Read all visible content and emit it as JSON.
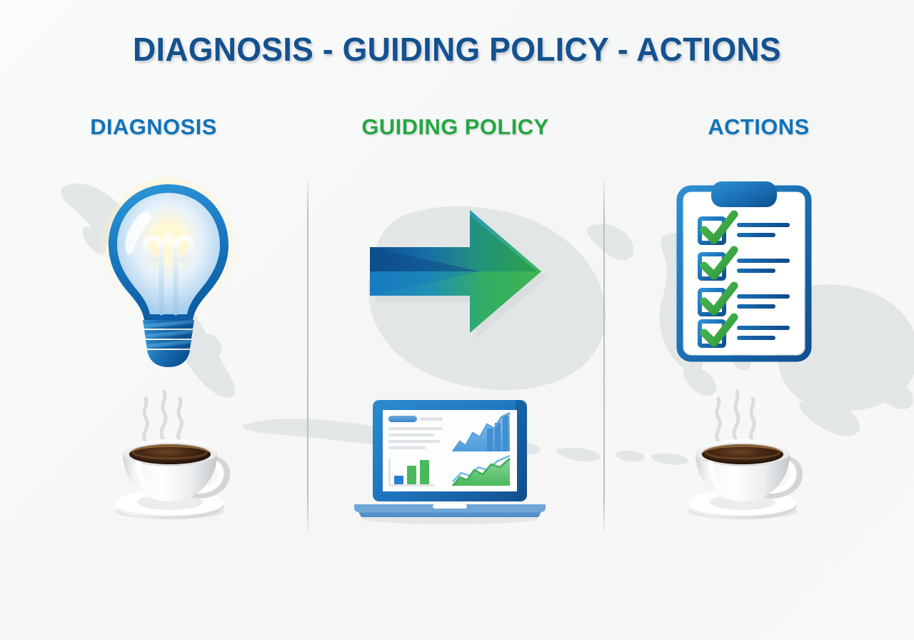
{
  "page": {
    "title": "DIAGNOSIS - GUIDING POLICY - ACTIONS",
    "background_color": "#f7f8f8",
    "watermark": "indonesia-map"
  },
  "theme": {
    "title_color": "#14528f",
    "blue": "#1273b8",
    "green": "#27a643",
    "deep_blue": "#0e5fa3",
    "divider_color": "#b9bec1"
  },
  "columns": [
    {
      "id": "diagnosis",
      "heading": "DIAGNOSIS",
      "heading_color": "#1273b8",
      "icons": [
        "lightbulb-icon",
        "coffee-cup-icon"
      ]
    },
    {
      "id": "guiding-policy",
      "heading": "GUIDING POLICY",
      "heading_color": "#27a643",
      "icons": [
        "arrow-right-icon",
        "laptop-dashboard-icon"
      ]
    },
    {
      "id": "actions",
      "heading": "ACTIONS",
      "heading_color": "#1273b8",
      "icons": [
        "clipboard-checklist-icon",
        "coffee-cup-icon"
      ]
    }
  ],
  "checklist": {
    "items": 4,
    "check_color": "#3aa83f",
    "box_color": "#0e5fa3",
    "line_color": "#0e5fa3"
  },
  "dashboard": {
    "panels": [
      {
        "name": "text-panel",
        "type": "text-lines",
        "accent": "#3d8fd6"
      },
      {
        "name": "blue-growth-chart",
        "type": "area-bar",
        "accent": "#3d8fd6"
      },
      {
        "name": "blue-green-bars",
        "type": "bar",
        "accent": "#3aa84a"
      },
      {
        "name": "green-growth-chart",
        "type": "area",
        "accent": "#4cb85c"
      }
    ]
  }
}
